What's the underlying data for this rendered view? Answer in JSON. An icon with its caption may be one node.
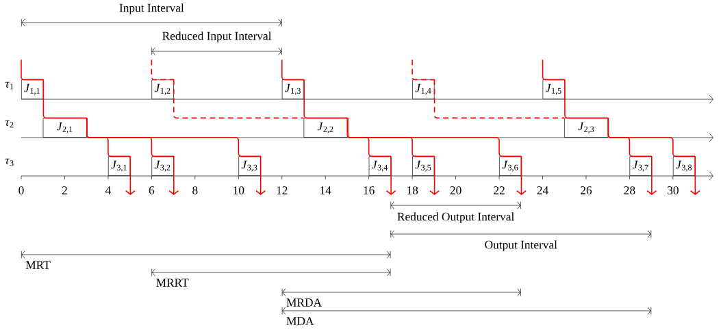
{
  "diagram": {
    "nodes": [
      {
        "text": [
          "*J*$_{1,1}$"
        ]
      },
      {
        "text": [
          "*J*$_{1,2}$"
        ]
      },
      {
        "text": [
          "*J*$_{1,3}$"
        ]
      },
      {
        "text": [
          "*J*$_{1,4}$"
        ]
      },
      {
        "text": [
          "*J*$_{1,5}$"
        ]
      },
      {
        "text": [
          "*J*$_{2,1}$"
        ]
      },
      {
        "text": [
          "*J*$_{2,2}$"
        ]
      },
      {
        "text": [
          "*J*$_{2,3}$"
        ]
      },
      {
        "text": [
          "*J*$_{3,1}$"
        ]
      },
      {
        "text": [
          "*J*$_{3,2}$"
        ]
      },
      {
        "text": [
          "*J*$_{3,3}$"
        ]
      },
      {
        "text": [
          "*J*$_{3,4}$"
        ]
      },
      {
        "text": [
          "*J*$_{3,5}$"
        ]
      },
      {
        "text": [
          "*J*$_{3,6}$"
        ]
      },
      {
        "text": [
          "*J*$_{3,7}$"
        ]
      },
      {
        "text": [
          "*J*$_{3,8}$"
        ]
      }
    ],
    "edges": [
      {
        "from": null,
        "to": 0,
        "arrow": "none"
      },
      {
        "from": null,
        "to": 1,
        "arrow": "none",
        "style": "dashed"
      },
      {
        "from": null,
        "to": 2,
        "arrow": "none"
      },
      {
        "from": null,
        "to": 3,
        "arrow": "none",
        "style": "dashed"
      },
      {
        "from": null,
        "to": 4,
        "arrow": "none"
      },
      {
        "from": 0,
        "to": 5,
        "arrow": "none"
      },
      {
        "from": 1,
        "to": 6,
        "arrow": "none",
        "style": "dashed"
      },
      {
        "from": 2,
        "to": 6,
        "arrow": "none"
      },
      {
        "from": 3,
        "to": 7,
        "arrow": "none",
        "style": "dashed"
      },
      {
        "from": 4,
        "to": 7,
        "arrow": "none"
      },
      {
        "from": 5,
        "to": 8,
        "arrow": "none"
      },
      {
        "from": 5,
        "to": 9,
        "arrow": "none"
      },
      {
        "from": 5,
        "to": 10,
        "arrow": "none"
      },
      {
        "from": 6,
        "to": 11,
        "arrow": "none"
      },
      {
        "from": 6,
        "to": 12,
        "arrow": "none"
      },
      {
        "from": 6,
        "to": 13,
        "arrow": "none"
      },
      {
        "from": 7,
        "to": 14,
        "arrow": "none"
      },
      {
        "from": 7,
        "to": 15,
        "arrow": "none"
      },
      {
        "from": 8,
        "to": null,
        "arrow": "to"
      },
      {
        "from": 9,
        "to": null,
        "arrow": "to"
      },
      {
        "from": 10,
        "to": null,
        "arrow": "to"
      },
      {
        "from": 11,
        "to": null,
        "arrow": "to"
      },
      {
        "from": 12,
        "to": null,
        "arrow": "to"
      },
      {
        "from": 13,
        "to": null,
        "arrow": "to"
      },
      {
        "from": 14,
        "to": null,
        "arrow": "to"
      },
      {
        "from": 15,
        "to": null,
        "arrow": "to"
      }
    ],
    "labels": [
      "Input Interval",
      "Reduced Input Interval",
      "*τ*$_{1}$",
      "*τ*$_{2}$",
      "*τ*$_{3}$",
      "0",
      "2",
      "4",
      "6",
      "8",
      "10",
      "12",
      "14",
      "16",
      "18",
      "20",
      "22",
      "24",
      "26",
      "28",
      "30",
      "Reduced Output Interval",
      "Output Interval",
      "MRT",
      "MRRT",
      "MRDA",
      "MDA"
    ]
  }
}
